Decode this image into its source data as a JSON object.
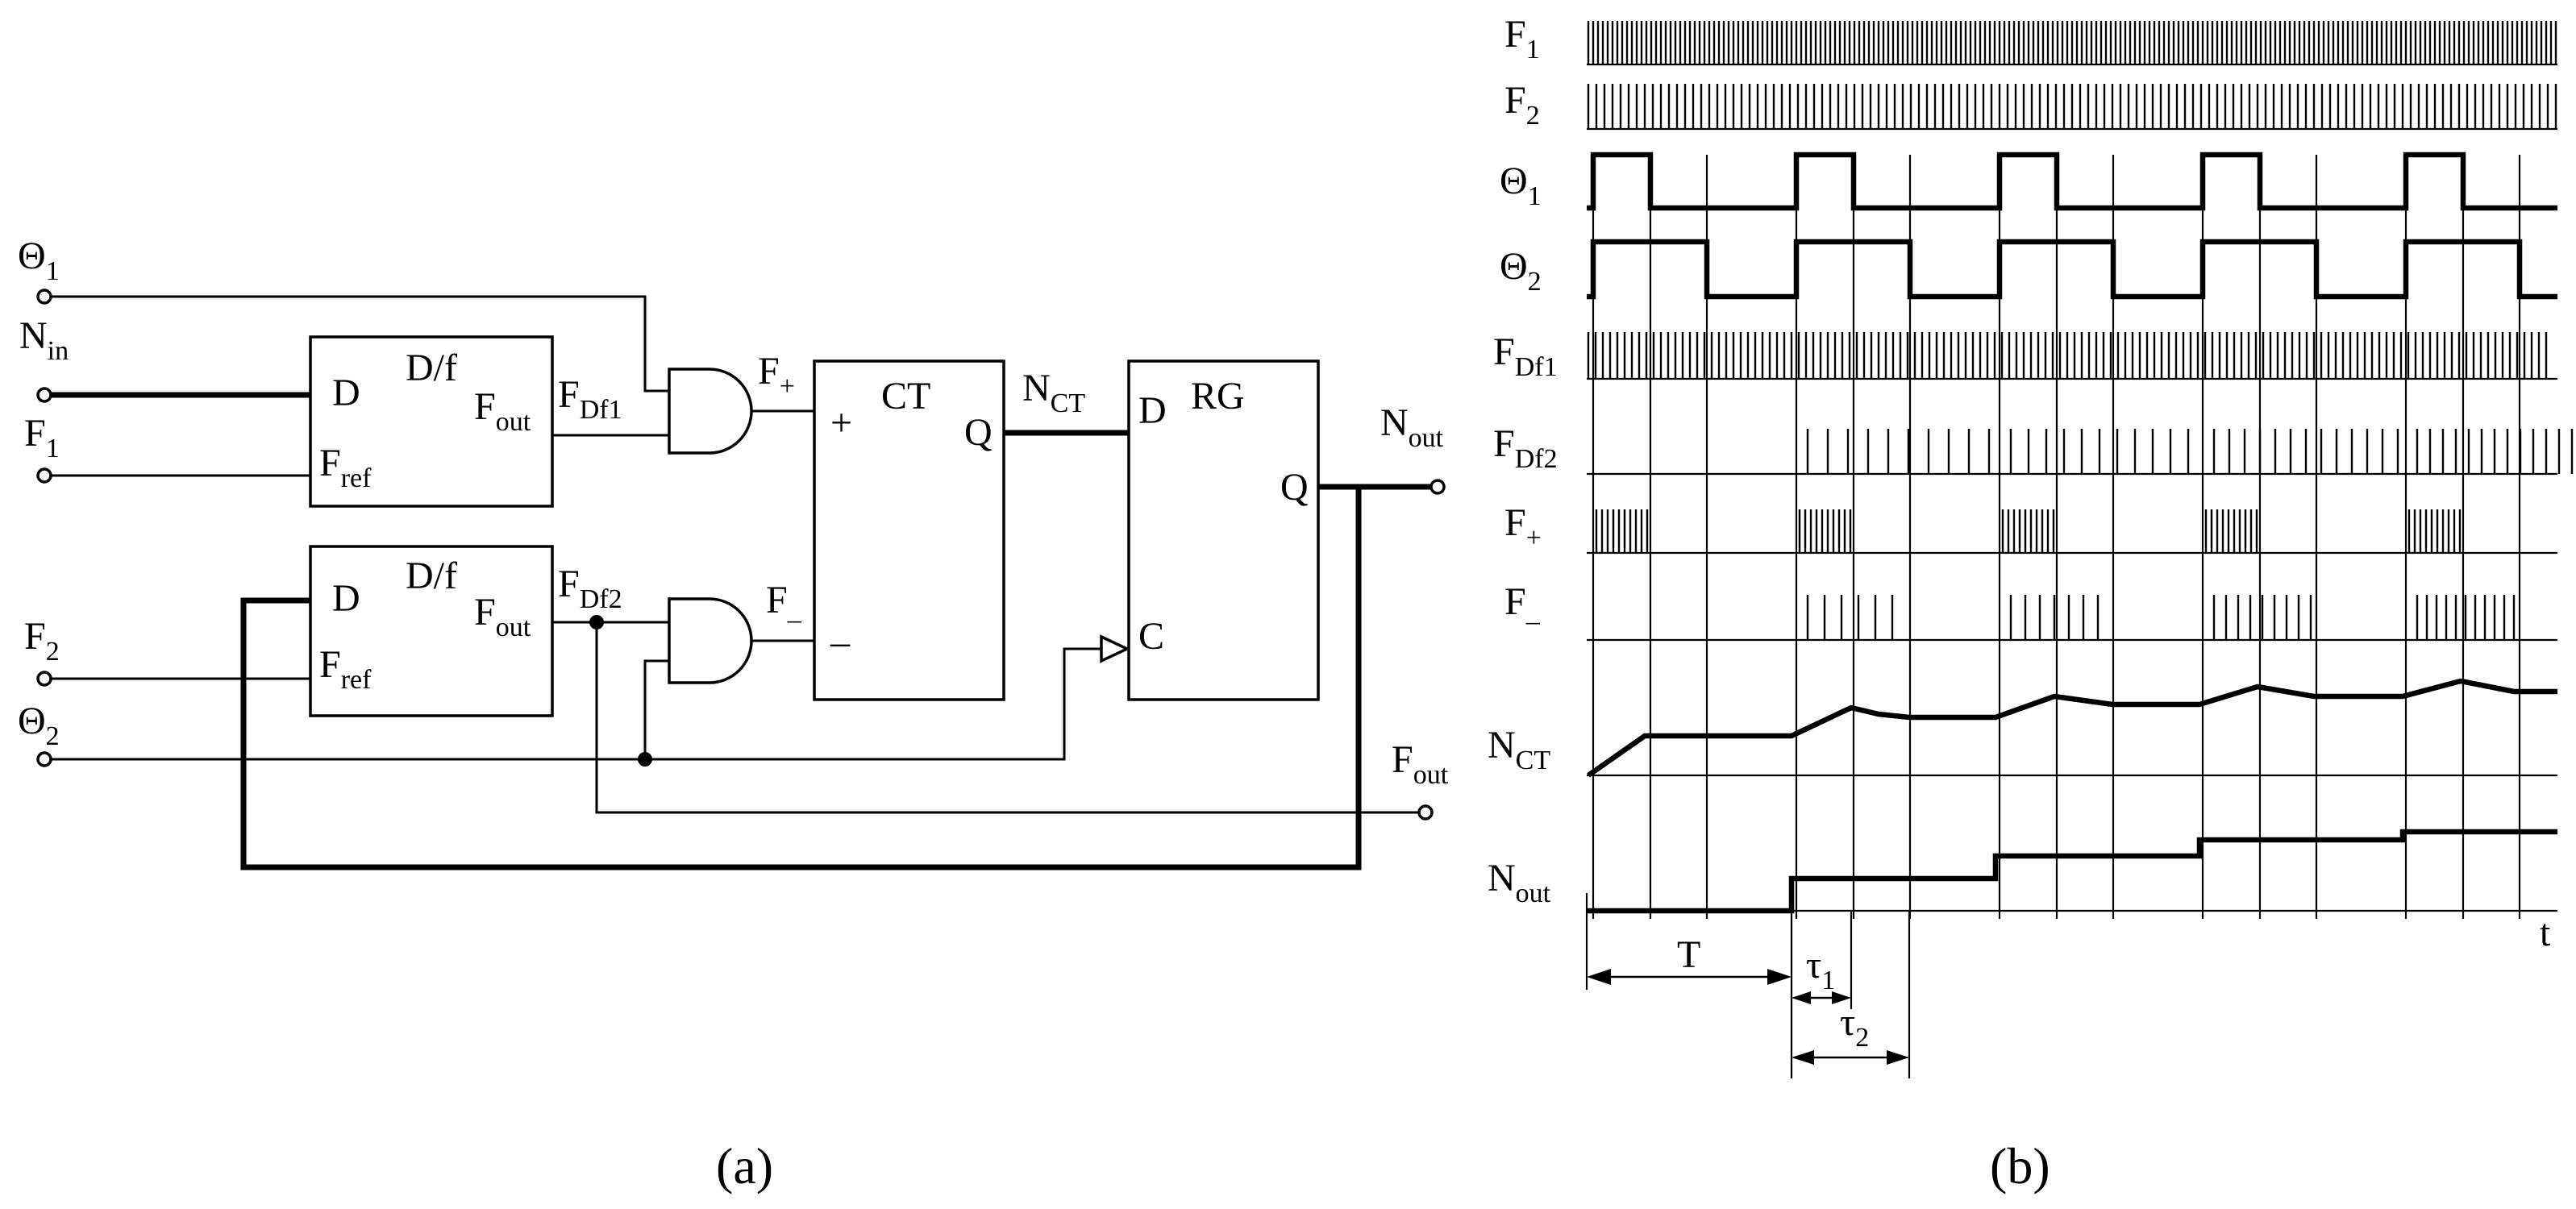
{
  "captions": {
    "a": "(a)",
    "b": "(b)"
  },
  "schematic": {
    "inputs": {
      "theta1": {
        "main": "Θ",
        "sub": "1"
      },
      "nin": {
        "main": "N",
        "sub": "in"
      },
      "f1": {
        "main": "F",
        "sub": "1"
      },
      "f2": {
        "main": "F",
        "sub": "2"
      },
      "theta2": {
        "main": "Θ",
        "sub": "2"
      }
    },
    "df1": {
      "title": "D/f",
      "d": "D",
      "fout_main": "F",
      "fout_sub": "out",
      "fref_main": "F",
      "fref_sub": "ref"
    },
    "df2": {
      "title": "D/f",
      "d": "D",
      "fout_main": "F",
      "fout_sub": "out",
      "fref_main": "F",
      "fref_sub": "ref"
    },
    "nets": {
      "fdf1": {
        "main": "F",
        "sub": "Df1"
      },
      "fdf2": {
        "main": "F",
        "sub": "Df2"
      },
      "fplus": {
        "main": "F",
        "sub": "+"
      },
      "fminus": {
        "main": "F",
        "sub": "_"
      },
      "nct": {
        "main": "N",
        "sub": "CT"
      }
    },
    "ct": {
      "title": "CT",
      "plus": "+",
      "minus": "–",
      "q": "Q"
    },
    "rg": {
      "title": "RG",
      "d": "D",
      "c": "C",
      "q": "Q"
    },
    "outputs": {
      "nout": {
        "main": "N",
        "sub": "out"
      },
      "fout": {
        "main": "F",
        "sub": "out"
      }
    }
  },
  "timing": {
    "signals": [
      {
        "id": "F1",
        "main": "F",
        "sub": "1"
      },
      {
        "id": "F2",
        "main": "F",
        "sub": "2"
      },
      {
        "id": "Theta1",
        "main": "Θ",
        "sub": "1"
      },
      {
        "id": "Theta2",
        "main": "Θ",
        "sub": "2"
      },
      {
        "id": "FDf1",
        "main": "F",
        "sub": "Df1"
      },
      {
        "id": "FDf2",
        "main": "F",
        "sub": "Df2"
      },
      {
        "id": "Fplus",
        "main": "F",
        "sub": "+"
      },
      {
        "id": "Fminus",
        "main": "F",
        "sub": "_"
      },
      {
        "id": "NCT",
        "main": "N",
        "sub": "CT"
      },
      {
        "id": "Nout",
        "main": "N",
        "sub": "out"
      }
    ],
    "time_axis": "t",
    "intervals": {
      "T": {
        "main": "T",
        "sub": ""
      },
      "tau1": {
        "main": "τ",
        "sub": "1"
      },
      "tau2": {
        "main": "τ",
        "sub": "2"
      }
    },
    "cycles": 5,
    "theta1_duty": 0.28,
    "theta2_duty": 0.56
  }
}
